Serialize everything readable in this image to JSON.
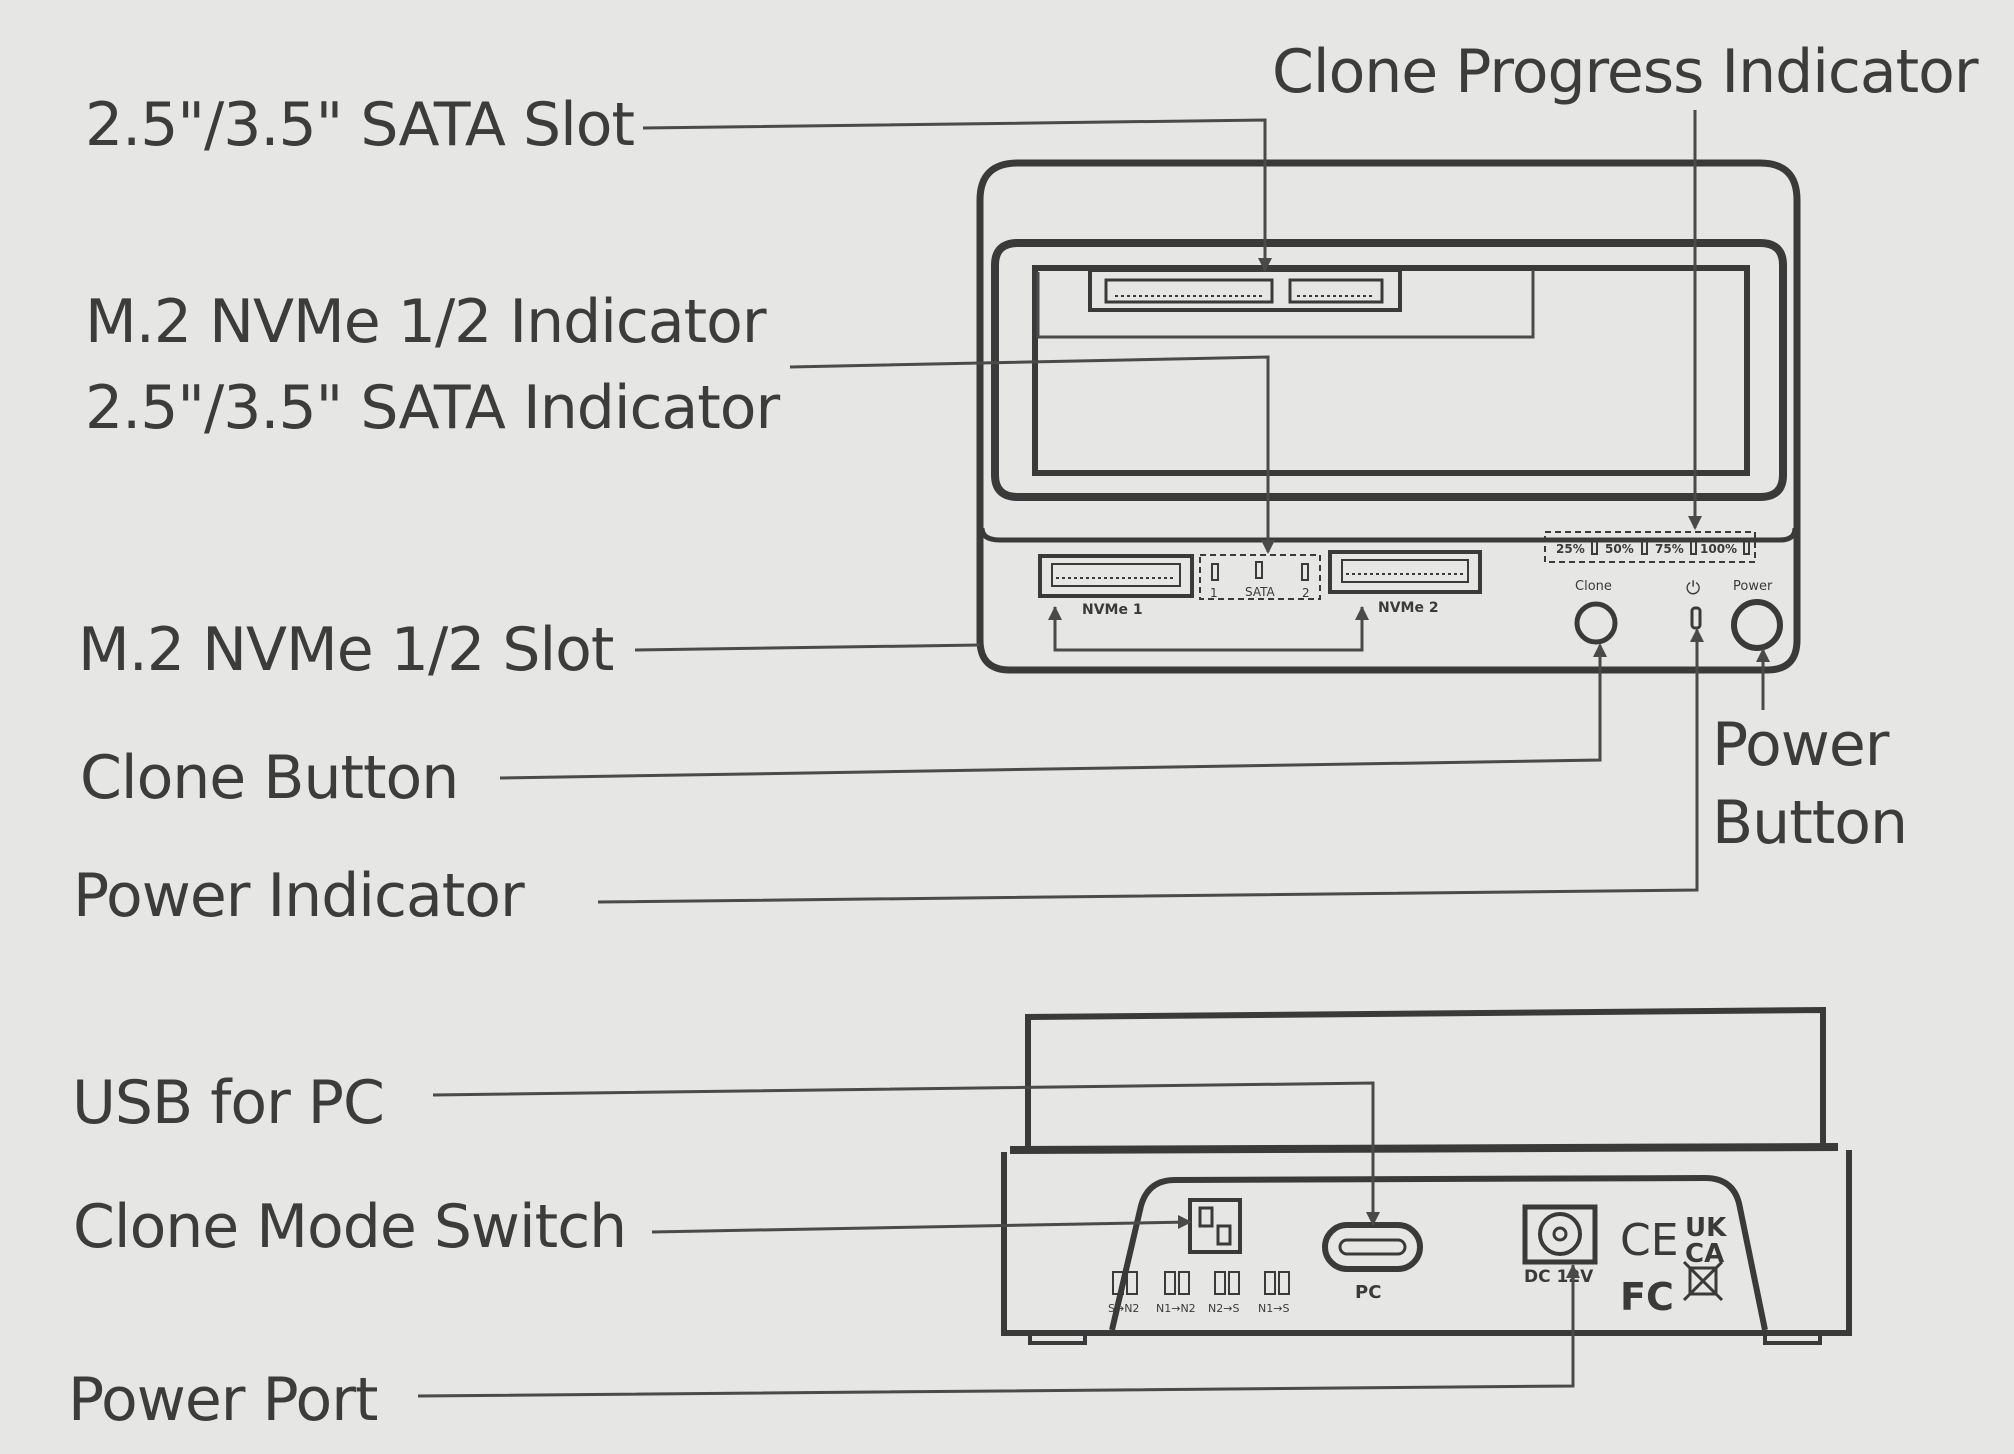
{
  "callouts": {
    "sata_slot": "2.5\"/3.5\" SATA Slot",
    "clone_progress_indicator": "Clone Progress Indicator",
    "nvme_indicator": "M.2 NVMe 1/2 Indicator",
    "sata_indicator": "2.5\"/3.5\" SATA Indicator",
    "nvme_slot": "M.2 NVMe 1/2 Slot",
    "clone_button": "Clone Button",
    "power_button_line1": "Power",
    "power_button_line2": "Button",
    "power_indicator": "Power Indicator",
    "usb_for_pc": "USB for PC",
    "clone_mode_switch": "Clone Mode Switch",
    "power_port": "Power Port"
  },
  "front_panel": {
    "nvme1_label": "NVMe 1",
    "nvme2_label": "NVMe 2",
    "sata_label": "SATA",
    "led1_label": "1",
    "led2_label": "2",
    "progress_25": "25%",
    "progress_50": "50%",
    "progress_75": "75%",
    "progress_100": "100%",
    "clone_label": "Clone",
    "power_label": "Power",
    "power_symbol": "⏻"
  },
  "back_panel": {
    "pc_label": "PC",
    "dc_label": "DC 12V",
    "mode_1": "S→N2",
    "mode_2": "N1→N2",
    "mode_3": "N2→S",
    "mode_4": "N1→S",
    "cert_ce": "CE",
    "cert_ukca_top": "UK",
    "cert_ukca_bottom": "CA",
    "cert_fc": "FC"
  },
  "colors": {
    "background": "#e6e6e4",
    "ink": "#3a3a3a",
    "line": "#4a4a4a"
  }
}
